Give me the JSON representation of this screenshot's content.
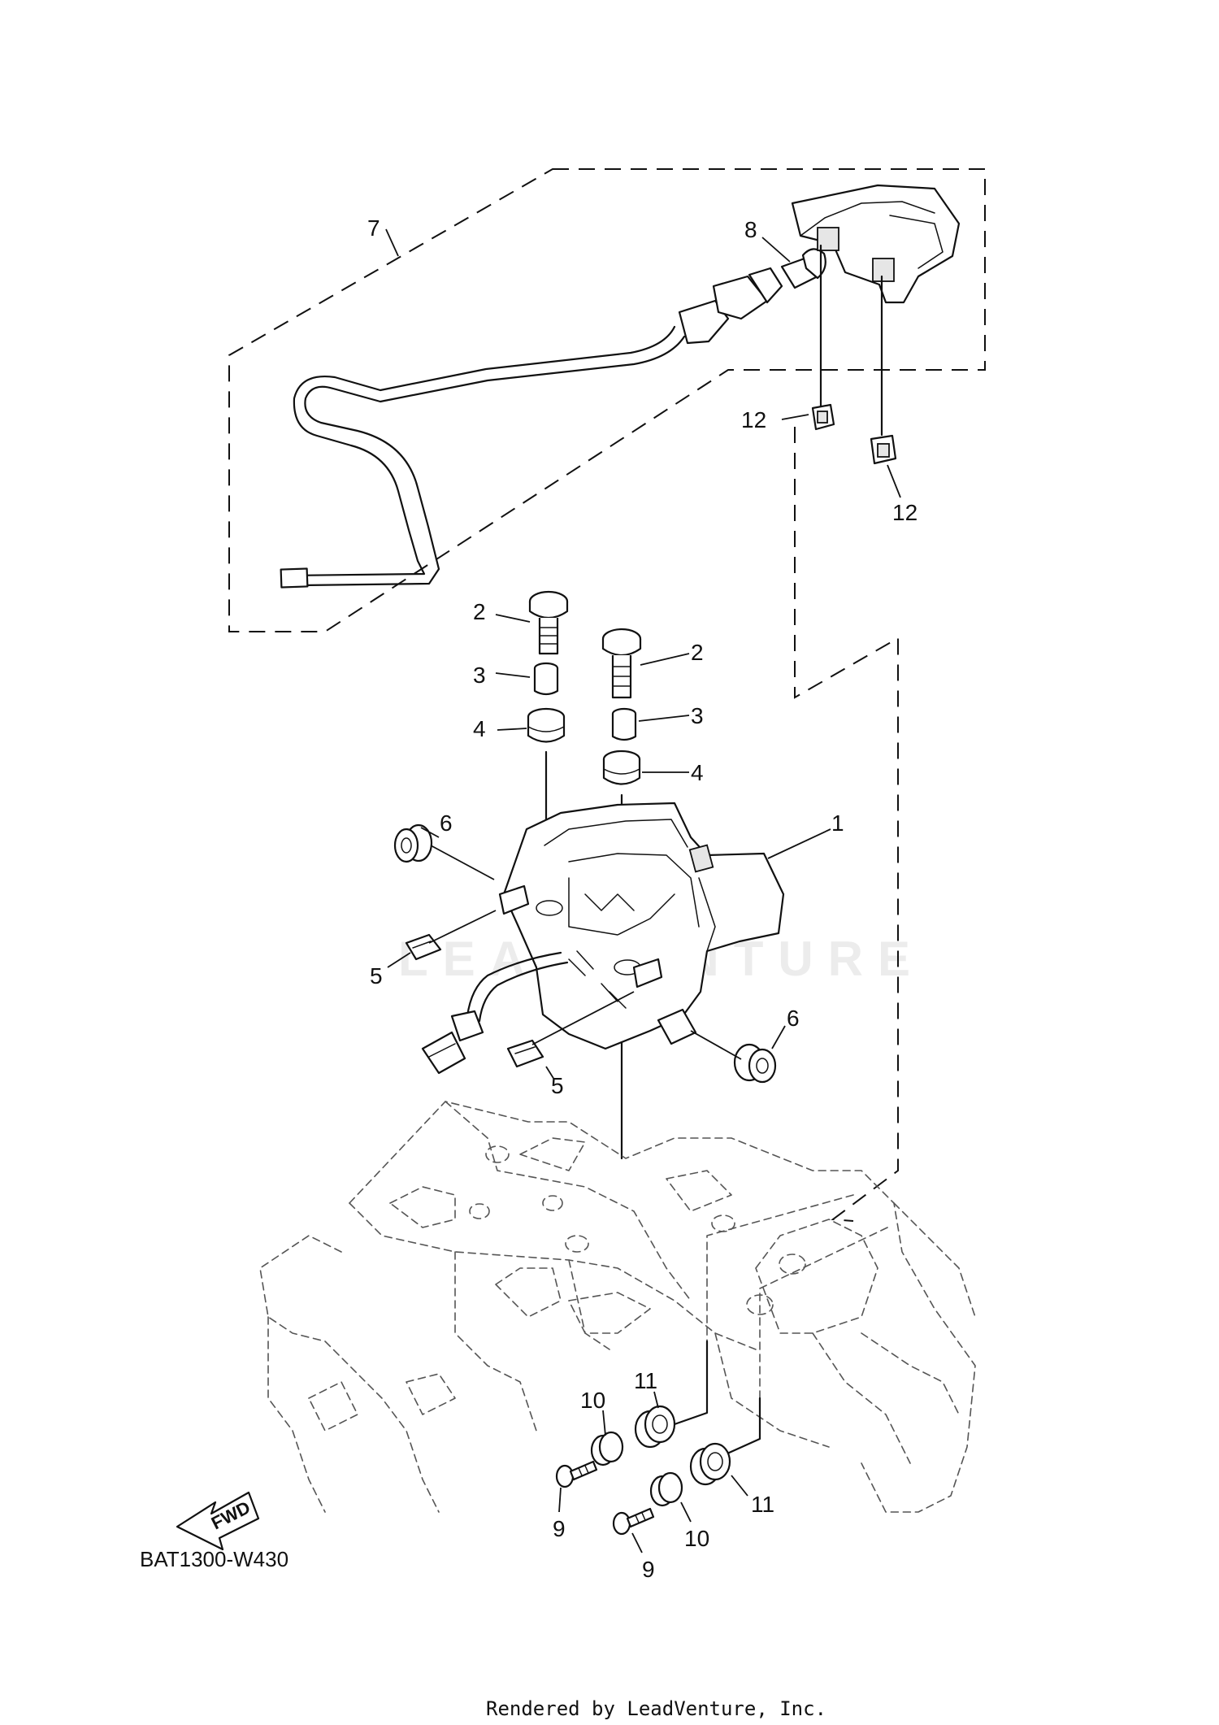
{
  "diagram": {
    "code": "BAT1300-W430",
    "footer": "Rendered by LeadVenture, Inc.",
    "watermark": "LEADVENTURE",
    "direction_label": "FWD",
    "callouts": {
      "c1": "1",
      "c2a": "2",
      "c2b": "2",
      "c3a": "3",
      "c3b": "3",
      "c4a": "4",
      "c4b": "4",
      "c5a": "5",
      "c5b": "5",
      "c6a": "6",
      "c6b": "6",
      "c7": "7",
      "c8": "8",
      "c9a": "9",
      "c9b": "9",
      "c10a": "10",
      "c10b": "10",
      "c11a": "11",
      "c11b": "11",
      "c12a": "12",
      "c12b": "12"
    }
  }
}
